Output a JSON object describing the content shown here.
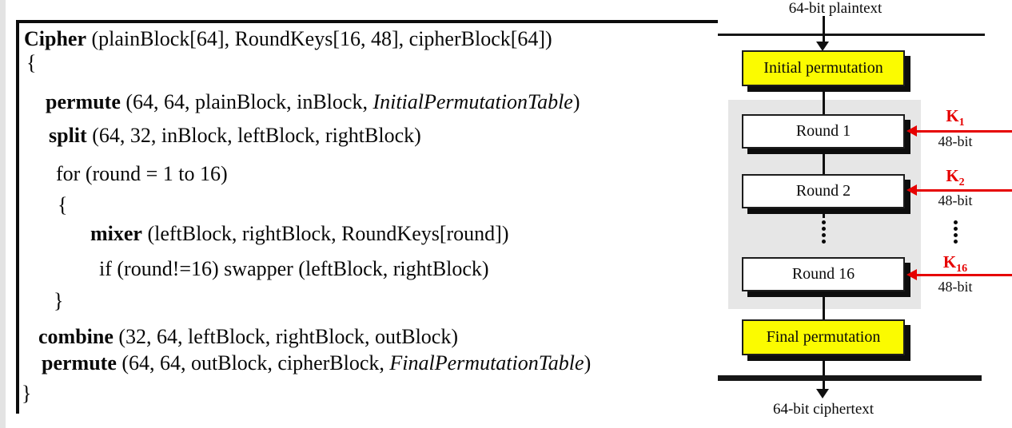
{
  "code": {
    "lines": [
      {
        "segments": [
          {
            "t": "Cipher",
            "b": true
          },
          {
            "t": " (plainBlock[64], RoundKeys[16, 48], cipherBlock[64])"
          }
        ]
      },
      {
        "segments": [
          {
            "t": "{"
          }
        ]
      },
      {
        "segments": [
          {
            "t": "permute",
            "b": true
          },
          {
            "t": " (64, 64, plainBlock, inBlock, "
          },
          {
            "t": "InitialPermutationTable",
            "i": true
          },
          {
            "t": ")"
          }
        ]
      },
      {
        "segments": [
          {
            "t": "split",
            "b": true
          },
          {
            "t": " (64, 32, inBlock, leftBlock, rightBlock)"
          }
        ]
      },
      {
        "segments": [
          {
            "t": "for (round = 1 to 16)"
          }
        ]
      },
      {
        "segments": [
          {
            "t": "{"
          }
        ]
      },
      {
        "segments": [
          {
            "t": "mixer",
            "b": true
          },
          {
            "t": " (leftBlock, rightBlock, RoundKeys[round])"
          }
        ]
      },
      {
        "segments": [
          {
            "t": "if (round!=16) swapper (leftBlock, rightBlock)"
          }
        ]
      },
      {
        "segments": [
          {
            "t": "}"
          }
        ]
      },
      {
        "segments": [
          {
            "t": "combine",
            "b": true
          },
          {
            "t": " (32, 64, leftBlock, rightBlock, outBlock)"
          }
        ]
      },
      {
        "segments": [
          {
            "t": "permute",
            "b": true
          },
          {
            "t": " (64, 64, outBlock, cipherBlock, "
          },
          {
            "t": "FinalPermutationTable",
            "i": true
          },
          {
            "t": ")"
          }
        ]
      },
      {
        "segments": [
          {
            "t": "}"
          }
        ]
      }
    ]
  },
  "diagram": {
    "plaintext_label": "64-bit plaintext",
    "ciphertext_label": "64-bit ciphertext",
    "initial_permutation_label": "Initial permutation",
    "final_permutation_label": "Final permutation",
    "rounds": [
      {
        "label": "Round 1",
        "key_name": "K",
        "key_sub": "1",
        "key_bits": "48-bit"
      },
      {
        "label": "Round 2",
        "key_name": "K",
        "key_sub": "2",
        "key_bits": "48-bit"
      },
      {
        "label": "Round 16",
        "key_name": "K",
        "key_sub": "16",
        "key_bits": "48-bit"
      }
    ],
    "colors": {
      "key_red": "#e60000",
      "permutation_yellow": "#fbfb00",
      "rounds_gray": "#e6e6e6"
    }
  }
}
